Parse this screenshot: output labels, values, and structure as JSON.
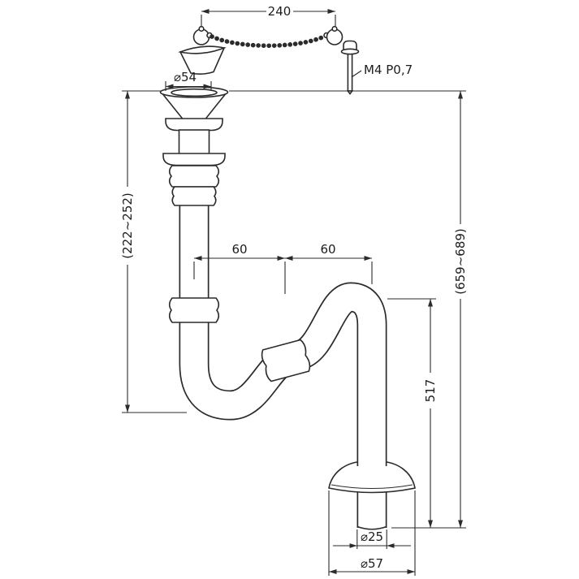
{
  "figure": {
    "ink_color": "#2b2b2b",
    "background_color": "#ffffff"
  },
  "dims": {
    "chain_length": "240",
    "flange_diameter": "⌀54",
    "bolt_thread": "M4 P0,7",
    "inlet_length_range": "(222~252)",
    "offset_left": "60",
    "offset_right": "60",
    "overall_height_range": "(659~689)",
    "outlet_drop": "517",
    "outlet_pipe_diameter": "⌀25",
    "escutcheon_diameter": "⌀57"
  }
}
